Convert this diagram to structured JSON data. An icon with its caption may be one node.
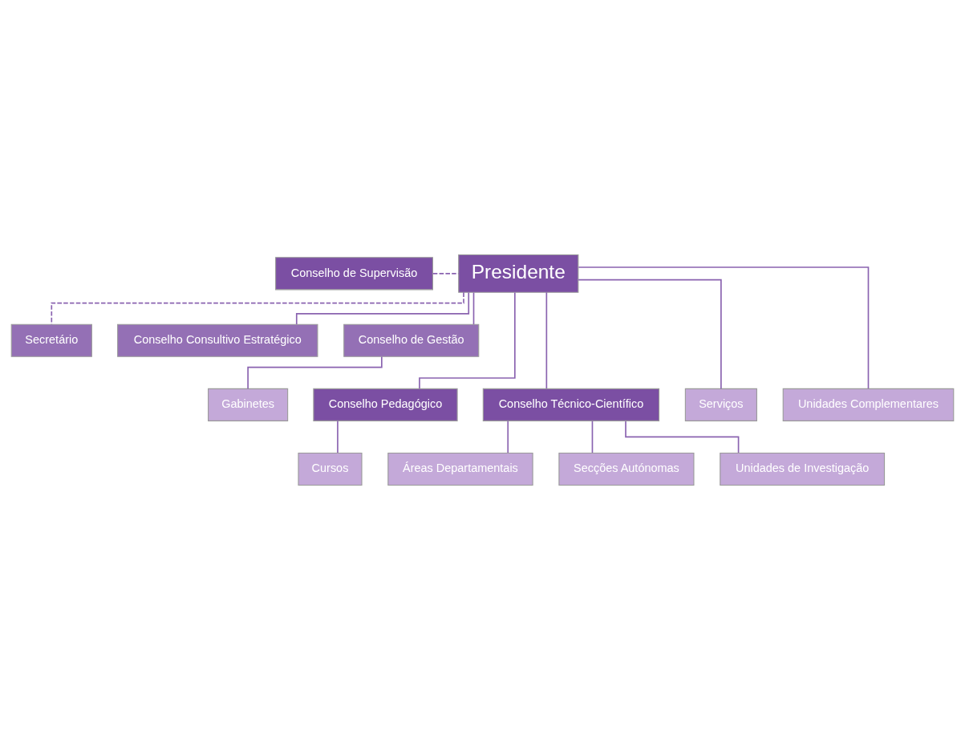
{
  "diagram": {
    "nodes": [
      {
        "text": [
          "Conselho de Supervisão"
        ]
      },
      {
        "text": [
          "Presidente"
        ]
      },
      {
        "text": [
          "Secretário"
        ]
      },
      {
        "text": [
          "Conselho Consultivo Estratégico"
        ]
      },
      {
        "text": [
          "Conselho de Gestão"
        ]
      },
      {
        "text": [
          "Conselho Pedagógico"
        ]
      },
      {
        "text": [
          "Conselho Técnico-Científico"
        ]
      },
      {
        "text": [
          "Cursos"
        ]
      },
      {
        "text": [
          "Áreas Departamentais"
        ]
      },
      {
        "text": [
          "Serviços"
        ]
      },
      {
        "text": [
          "Unidades Complementares"
        ]
      },
      {
        "text": [
          "Gabinetes"
        ]
      },
      {
        "text": [
          "Secções Autónomas"
        ]
      },
      {
        "text": [
          "Unidades de Investigação"
        ]
      }
    ],
    "edges": [
      {
        "from": 0,
        "to": 1,
        "arrow": "none",
        "style": "dashed"
      },
      {
        "from": 1,
        "to": 2,
        "arrow": "none",
        "style": "dashed"
      },
      {
        "from": 1,
        "to": 3,
        "arrow": "none"
      },
      {
        "from": 1,
        "to": 4,
        "arrow": "none"
      },
      {
        "from": 1,
        "to": 5,
        "arrow": "none"
      },
      {
        "from": 1,
        "to": 6,
        "arrow": "none"
      },
      {
        "from": 1,
        "to": 9,
        "arrow": "none"
      },
      {
        "from": 1,
        "to": 10,
        "arrow": "none"
      },
      {
        "from": 4,
        "to": 11,
        "arrow": "none"
      },
      {
        "from": 5,
        "to": 7,
        "arrow": "none"
      },
      {
        "from": 6,
        "to": 8,
        "arrow": "none"
      },
      {
        "from": 6,
        "to": 12,
        "arrow": "none"
      },
      {
        "from": 6,
        "to": 13,
        "arrow": "none"
      }
    ]
  }
}
